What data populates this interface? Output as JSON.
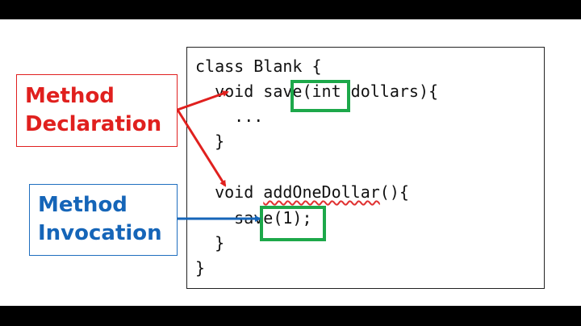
{
  "labels": {
    "declaration": [
      "Method",
      "Declaration"
    ],
    "invocation": [
      "Method",
      "Invocation"
    ]
  },
  "code": {
    "line1": "class Blank {",
    "line2_pre": "  void ",
    "line2_highlight": "save",
    "line2_post": "(int dollars){",
    "line3": "    ...",
    "line4": "  }",
    "line5_pre": "  void ",
    "line5_method": "addOneDollar",
    "line5_post": "(){",
    "line6_pre": "    ",
    "line6_highlight": "save",
    "line6_post": "(1);",
    "line7": "  }",
    "line8": "}"
  },
  "colors": {
    "declaration": "#e0201e",
    "invocation": "#1565b8",
    "highlight": "#1da84a"
  }
}
